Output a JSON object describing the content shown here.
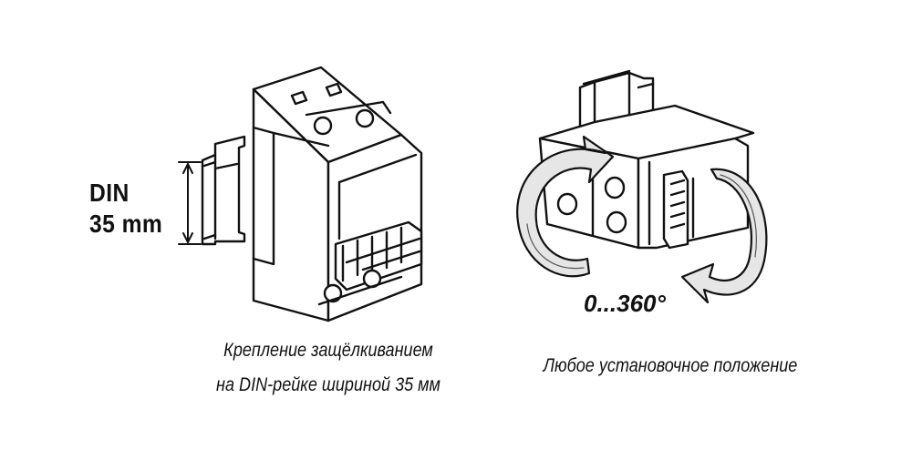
{
  "din_label": {
    "line1": "DIN",
    "line2": "35 mm"
  },
  "rotation_label": "0...360°",
  "captions": {
    "left_line1": "Крепление защёлкиванием",
    "left_line2": "на DIN-рейке шириной 35 мм",
    "right": "Любое установочное положение"
  }
}
